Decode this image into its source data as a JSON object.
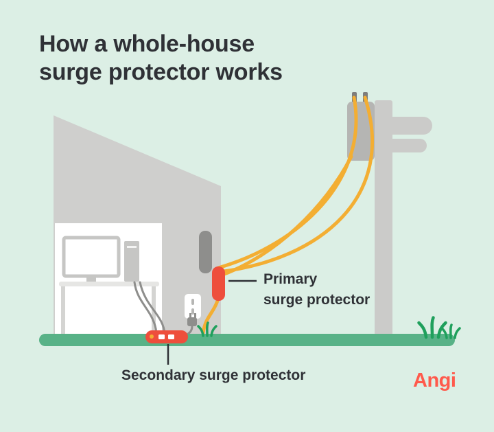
{
  "title": {
    "line1": "How a whole-house",
    "line2": "surge protector works"
  },
  "labels": {
    "primary": "Primary\nsurge protector",
    "secondary": "Secondary surge protector"
  },
  "logo": {
    "text": "Angi"
  },
  "colors": {
    "background": "#dcefe5",
    "text": "#2f3136",
    "wire_yellow": "#f3ae33",
    "device_red": "#ee4e3c",
    "ground_green": "#58b287",
    "grass_green": "#1fa05c",
    "structure_gray": "#cfcfcd",
    "dark_gray": "#8e8e8c",
    "logo_red": "#ff5a4c"
  },
  "diagram": {
    "icons": [
      "house-icon",
      "computer-workstation",
      "utility-pole-icon",
      "transformer-icon",
      "service-wires",
      "electric-meter-icon",
      "primary-surge-protector-icon",
      "wall-outlet-icon",
      "plug-icon",
      "secondary-surge-protector-icon",
      "ground-strip",
      "grass-icon"
    ]
  }
}
